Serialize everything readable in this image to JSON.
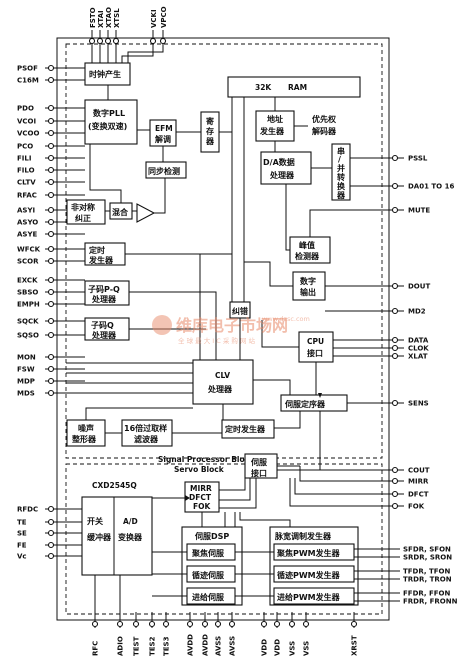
{
  "top_pins": [
    "FSTO",
    "XTAI",
    "XTAO",
    "XTSL",
    "VCKI",
    "VPCO"
  ],
  "left_pins_top": [
    "PSOF",
    "C16M",
    "PDO",
    "VCOI",
    "VCOO",
    "PCO",
    "FILI",
    "FILO",
    "CLTV",
    "RFAC",
    "ASYI",
    "ASYO",
    "ASYE",
    "WFCK",
    "SCOR",
    "EXCK",
    "SBSO",
    "EMPH",
    "SQCK",
    "SQSO",
    "MON",
    "FSW",
    "MDP",
    "MDS"
  ],
  "left_pins_bottom": [
    "RFDC",
    "TE",
    "SE",
    "FE",
    "Vᴄ"
  ],
  "right_pins": [
    "PSSL",
    "DA01 TO 16",
    "MUTE",
    "DOUT",
    "MD2",
    "DATA",
    "CLOK",
    "XLAT",
    "SENS",
    "COUT",
    "MIRR",
    "DFCT",
    "FOK"
  ],
  "right_outputs": [
    "SFDR, SFON",
    "SRDR, SRON",
    "TFDR, TFON",
    "TRDR, TRON",
    "FFDR, FFON",
    "FRDR, FRONN"
  ],
  "bottom_pins": [
    "RFC",
    "ADIO",
    "TEST",
    "TES2",
    "TES3",
    "AVDD",
    "AVDD",
    "AVSS",
    "AVSS",
    "VDD",
    "VDD",
    "VSS",
    "VSS",
    "XRST"
  ],
  "blocks": {
    "clock": "时钟产生",
    "pll1": "数字PLL",
    "pll2": "(变换双速)",
    "efm1": "EFM",
    "efm2": "解调",
    "reg1": "寄",
    "reg2": "存",
    "reg3": "器",
    "ram1": "32K",
    "ram2": "RAM",
    "addr1": "地址",
    "addr2": "发生器",
    "prio1": "优先权",
    "prio2": "解码器",
    "sync": "同步检测",
    "asym1": "非对称",
    "asym2": "纠正",
    "mix": "混合",
    "da1": "D/A数据",
    "da2": "处理器",
    "ser1": "串",
    "ser2": "/",
    "ser3": "并",
    "ser4": "转",
    "ser5": "换",
    "ser6": "器",
    "timer1a": "定时",
    "timer1b": "发生器",
    "peak1": "峰值",
    "peak2": "检测器",
    "subpq1": "子码P-Q",
    "subpq2": "处理器",
    "subq1": "子码Q",
    "subq2": "处理器",
    "dout1": "数字",
    "dout2": "输出",
    "ecc": "纠错",
    "cpu1": "CPU",
    "cpu2": "接口",
    "clv1": "CLV",
    "clv2": "处理器",
    "seq": "伺服定序器",
    "noise1": "噪声",
    "noise2": "整形器",
    "filt1": "16倍过取样",
    "filt2": "滤波器",
    "timer2": "定时发生器",
    "sp_label": "Signal Processor Block",
    "servo_label": "Servo Block",
    "chip": "CXD2545Q",
    "sw1": "开关",
    "sw2": "缓冲器",
    "ad1": "A/D",
    "ad2": "变换器",
    "servo_if1": "伺服",
    "servo_if2": "接口",
    "mirr1": "MIRR",
    "mirr2": "DFCT",
    "mirr3": "FOK",
    "dsp": "伺服DSP",
    "focus": "聚焦伺服",
    "track": "循迹伺服",
    "sled": "进给伺服",
    "pwm_title": "脉宽调制发生器",
    "pwm_f": "聚焦PWM发生器",
    "pwm_t": "循迹PWM发生器",
    "pwm_s": "进给PWM发生器"
  },
  "watermark": {
    "main": "维库电子市场网",
    "url": "www.dzsc.com",
    "sub": "全 球 最 大 I C 采 购 网 站"
  }
}
